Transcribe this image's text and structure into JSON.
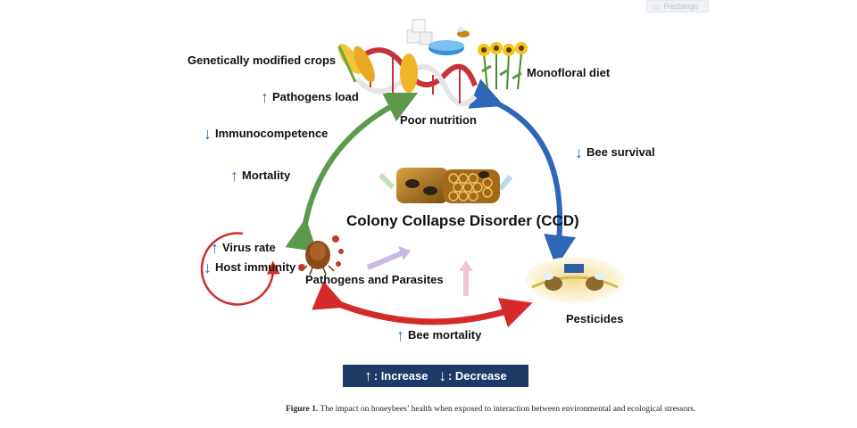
{
  "corner_button": {
    "label": "Rectangu"
  },
  "nodes": {
    "gm_crops": "Genetically modified crops",
    "monofloral": "Monofloral diet",
    "poor_nutrition": "Poor nutrition",
    "ccd": "Colony Collapse Disorder (CCD)",
    "pathogens": "Pathogens and Parasites",
    "pesticides": "Pesticides"
  },
  "effects": {
    "pathogens_load": {
      "direction": "up",
      "text": "Pathogens load"
    },
    "immunocompetence": {
      "direction": "down",
      "text": "Immunocompetence"
    },
    "mortality": {
      "direction": "up",
      "text": "Mortality"
    },
    "bee_survival": {
      "direction": "down",
      "text": "Bee survival"
    },
    "virus_rate": {
      "direction": "up",
      "text": "Virus rate"
    },
    "host_immunity": {
      "direction": "down",
      "text": "Host immunity"
    },
    "bee_mortality": {
      "direction": "up",
      "text": "Bee mortality"
    }
  },
  "legend": {
    "increase": ": Increase",
    "decrease": ": Decrease"
  },
  "caption": {
    "label": "Figure 1.",
    "text": "The impact on honeybees’ health when exposed to interaction between environmental and ecological stressors."
  },
  "colors": {
    "up_arrow": "#2a6bb5",
    "down_arrow": "#2a6bb5",
    "green_arrow": "#5a9a4a",
    "blue_arrow": "#2f66b8",
    "red_arrow": "#d42a2a",
    "legend_bg": "#1f3a67"
  }
}
